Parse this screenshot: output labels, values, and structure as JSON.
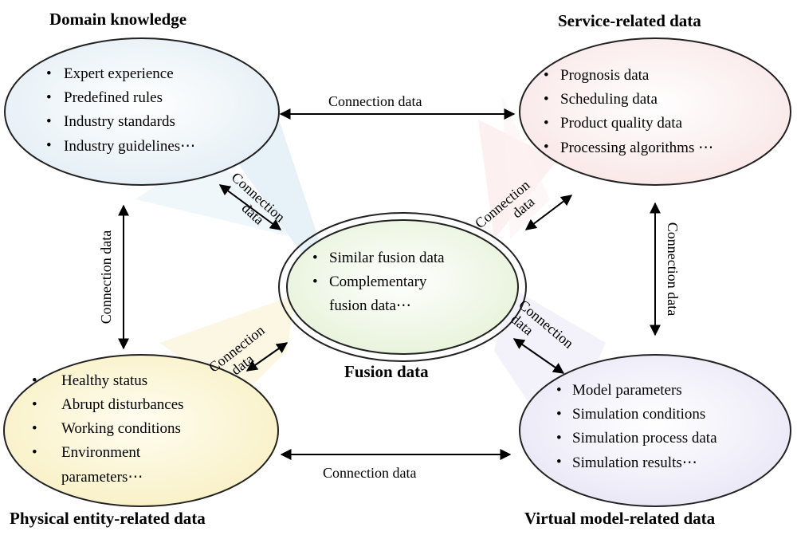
{
  "nodes": {
    "domain": {
      "title": "Domain knowledge",
      "items": [
        "Expert experience",
        "Predefined rules",
        "Industry standards",
        "Industry guidelines⋯"
      ],
      "fill": "#eaf3f8"
    },
    "service": {
      "title": "Service-related data",
      "items": [
        "Prognosis data",
        "Scheduling data",
        "Product quality data",
        "Processing algorithms ⋯"
      ],
      "fill": "#fbeeee"
    },
    "fusion": {
      "title": "Fusion data",
      "items": [
        "Similar fusion data",
        "Complementary",
        "fusion data⋯"
      ],
      "fill": "#eef6e4"
    },
    "physical": {
      "title": "Physical entity-related data",
      "items": [
        "Healthy status",
        "Abrupt disturbances",
        "Working conditions",
        "Environment",
        "parameters⋯"
      ],
      "fill": "#fbf6d8"
    },
    "virtual": {
      "title": "Virtual model-related data",
      "items": [
        "Model parameters",
        "Simulation conditions",
        "Simulation process data",
        "Simulation results⋯"
      ],
      "fill": "#efedf8"
    }
  },
  "connections": {
    "top": "Connection data",
    "bottom": "Connection data",
    "left": "Connection data",
    "right": "Connection data",
    "diag_top_left": [
      "Connection",
      "data"
    ],
    "diag_top_right": [
      "Connection",
      "data"
    ],
    "diag_bottom_left": [
      "Connection",
      "data"
    ],
    "diag_bottom_right": [
      "Connection",
      "data"
    ]
  },
  "bullet": "•"
}
